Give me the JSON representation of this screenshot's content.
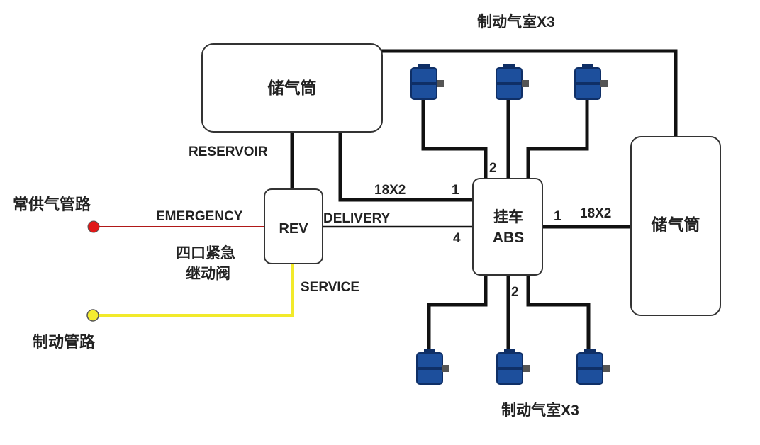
{
  "colors": {
    "emergency_line": "#b01818",
    "emergency_dot": "#e01818",
    "service_line": "#f2ea2a",
    "service_dot": "#f4ec30",
    "chamber_body": "#1d4f9c",
    "chamber_dark": "#0f2f66",
    "pipe": "#111111"
  },
  "labels": {
    "chambers_top": "制动气室X3",
    "chambers_bottom": "制动气室X3",
    "reservoir_left": "储气筒",
    "reservoir_right": "储气筒",
    "reservoir_port": "RESERVOIR",
    "emergency_supply": "常供气管路",
    "emergency_port": "EMERGENCY",
    "rev": "REV",
    "delivery_port": "DELIVERY",
    "valve_name_line1": "四口紧急",
    "valve_name_line2": "继动阀",
    "service_port": "SERVICE",
    "brake_line": "制动管路",
    "abs_line1": "挂车",
    "abs_line2": "ABS",
    "port_top_count": "2",
    "port_left_upper": "1",
    "port_left_lower": "4",
    "port_right": "1",
    "port_bottom_count": "2",
    "pipe_left_spec": "18X2",
    "pipe_right_spec": "18X2"
  },
  "icons": {
    "chamber": "brake-chamber-icon",
    "emergency_dot": "red-connector-dot",
    "service_dot": "yellow-connector-dot"
  }
}
